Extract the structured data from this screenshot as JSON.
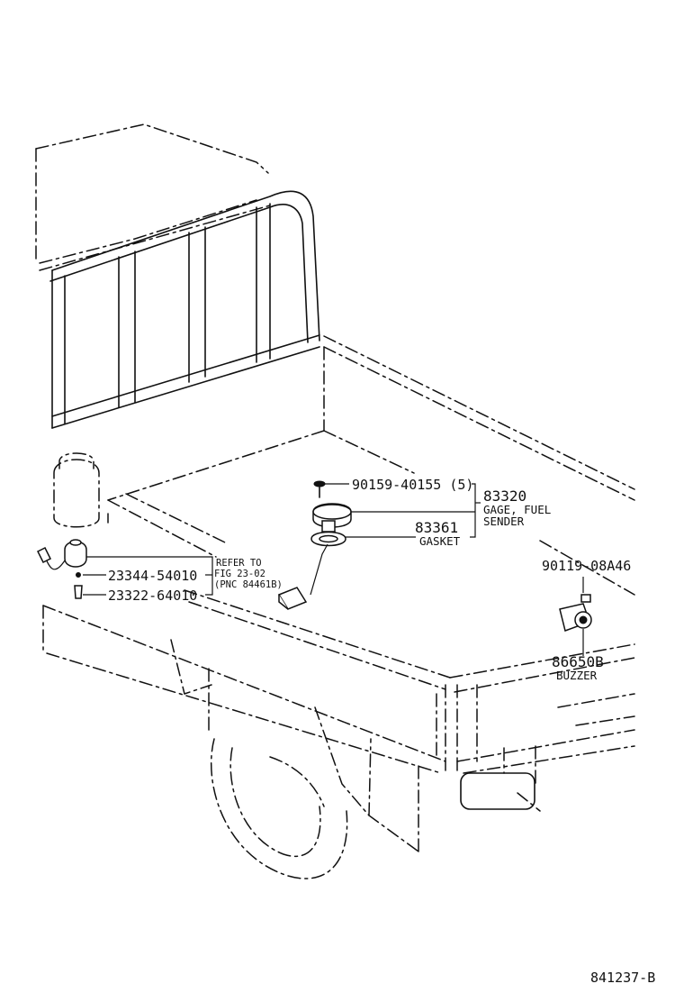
{
  "callouts": {
    "bolt": {
      "part_no": "90159-40155 (5)"
    },
    "gage": {
      "part_no": "83320",
      "name_line1": "GAGE, FUEL",
      "name_line2": "SENDER"
    },
    "gasket": {
      "part_no": "83361",
      "name": "GASKET"
    },
    "buzzer_bolt": {
      "part_no": "90119-08A46"
    },
    "buzzer": {
      "part_no": "86650B",
      "name": "BUZZER"
    },
    "bulb_socket": {
      "part_no": "23344-54010"
    },
    "bulb": {
      "part_no": "23322-64010"
    },
    "refer": {
      "line1": "REFER TO",
      "line2": "FIG 23-02",
      "line3": "(PNC 84461B)"
    }
  },
  "figure_id": "841237-B"
}
